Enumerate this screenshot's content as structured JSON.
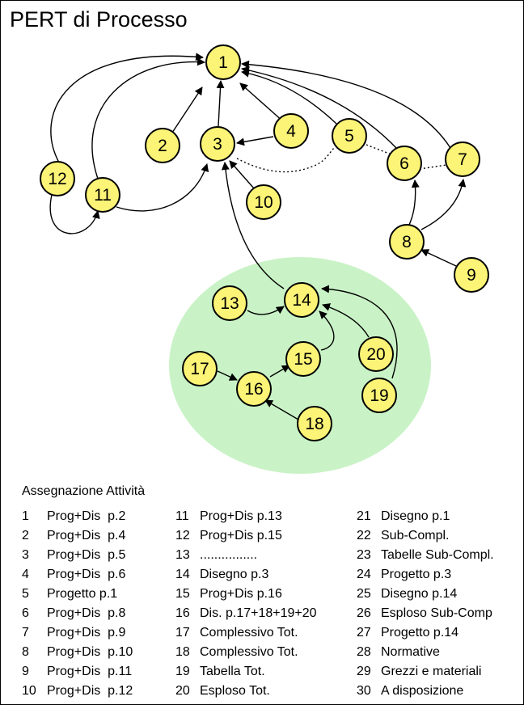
{
  "title": "PERT di Processo",
  "colors": {
    "node_fill": "#fbf476",
    "group_fill": "#c9f3c6",
    "stroke": "#000000"
  },
  "nodes": [
    "1",
    "2",
    "3",
    "4",
    "5",
    "6",
    "7",
    "8",
    "9",
    "10",
    "11",
    "12",
    "13",
    "14",
    "15",
    "16",
    "17",
    "18",
    "19",
    "20"
  ],
  "legend": {
    "title": "Assegnazione Attività",
    "items": [
      {
        "num": "1",
        "text": "Prog+Dis  p.2"
      },
      {
        "num": "2",
        "text": "Prog+Dis  p.4"
      },
      {
        "num": "3",
        "text": "Prog+Dis  p.5"
      },
      {
        "num": "4",
        "text": "Prog+Dis  p.6"
      },
      {
        "num": "5",
        "text": "Progetto p.1"
      },
      {
        "num": "6",
        "text": "Prog+Dis  p.8"
      },
      {
        "num": "7",
        "text": "Prog+Dis  p.9"
      },
      {
        "num": "8",
        "text": "Prog+Dis  p.10"
      },
      {
        "num": "9",
        "text": "Prog+Dis  p.11"
      },
      {
        "num": "10",
        "text": "Prog+Dis  p.12"
      },
      {
        "num": "11",
        "text": "Prog+Dis p.13"
      },
      {
        "num": "12",
        "text": "Prog+Dis p.15"
      },
      {
        "num": "13",
        "text": "................"
      },
      {
        "num": "14",
        "text": "Disegno p.3"
      },
      {
        "num": "15",
        "text": "Prog+Dis p.16"
      },
      {
        "num": "16",
        "text": "Dis. p.17+18+19+20"
      },
      {
        "num": "17",
        "text": "Complessivo Tot."
      },
      {
        "num": "18",
        "text": "Complessivo Tot."
      },
      {
        "num": "19",
        "text": "Tabella Tot."
      },
      {
        "num": "20",
        "text": "Esploso Tot."
      },
      {
        "num": "21",
        "text": "Disegno p.1"
      },
      {
        "num": "22",
        "text": "Sub-Compl."
      },
      {
        "num": "23",
        "text": "Tabelle Sub-Compl."
      },
      {
        "num": "24",
        "text": "Progetto p.3"
      },
      {
        "num": "25",
        "text": "Disegno p.14"
      },
      {
        "num": "26",
        "text": "Esploso Sub-Comp"
      },
      {
        "num": "27",
        "text": "Progetto p.14"
      },
      {
        "num": "28",
        "text": "Normative"
      },
      {
        "num": "29",
        "text": "Grezzi e materiali"
      },
      {
        "num": "30",
        "text": "A disposizione"
      }
    ]
  }
}
